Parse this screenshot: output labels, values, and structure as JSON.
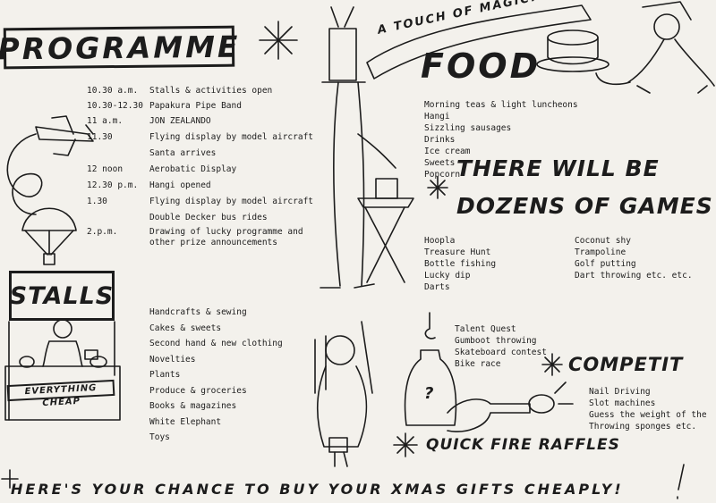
{
  "programme": {
    "title": "PROGRAMME",
    "schedule": [
      {
        "time": "10.30 a.m.",
        "event": "Stalls & activities open"
      },
      {
        "time": "10.30-12.30",
        "event": "Papakura Pipe Band"
      },
      {
        "time": "11 a.m.",
        "event": "JON ZEALANDO"
      },
      {
        "time": "11.30",
        "event": "Flying display by model aircraft"
      },
      {
        "time": "",
        "event": "Santa arrives"
      },
      {
        "time": "12 noon",
        "event": "Aerobatic Display"
      },
      {
        "time": "12.30 p.m.",
        "event": "Hangi opened"
      },
      {
        "time": "1.30",
        "event": "Flying display by model aircraft"
      },
      {
        "time": "",
        "event": "Double Decker bus rides"
      },
      {
        "time": "2.p.m.",
        "event": "Drawing of lucky programme and"
      },
      {
        "time": "",
        "event": "other prize announcements"
      }
    ]
  },
  "food": {
    "banner": "A TOUCH OF MAGIC!",
    "title": "FOOD",
    "items": [
      "Morning teas & light luncheons",
      "Hangi",
      "Sizzling sausages",
      "Drinks",
      "Ice cream",
      "Sweets",
      "Popcorn"
    ]
  },
  "games": {
    "title_line1": "THERE WILL BE",
    "title_line2": "DOZENS OF GAMES",
    "col1": [
      "Hoopla",
      "Treasure Hunt",
      "Bottle fishing",
      "Lucky dip",
      "Darts"
    ],
    "col2": [
      "Coconut shy",
      "Trampoline",
      "Golf putting",
      "Dart throwing  etc.  etc."
    ],
    "extra": [
      "Talent Quest",
      "Gumboot throwing",
      "Skateboard contest",
      "Bike race"
    ]
  },
  "stalls": {
    "title": "STALLS",
    "sign": "EVERYTHING CHEAP",
    "items": [
      "Handcrafts & sewing",
      "Cakes & sweets",
      "Second hand & new clothing",
      "Novelties",
      "Plants",
      "Produce & groceries",
      "Books & magazines",
      "White Elephant",
      "Toys"
    ]
  },
  "competitions": {
    "title": "COMPETIT",
    "items": [
      "Nail Driving",
      "Slot machines",
      "Guess the weight of the",
      "Throwing sponges  etc."
    ]
  },
  "raffles": {
    "title": "QUICK FIRE RAFFLES"
  },
  "footer": {
    "text": "HERE'S YOUR CHANCE TO BUY YOUR XMAS GIFTS CHEAPLY!"
  },
  "misc": {
    "question_mark": "?"
  }
}
